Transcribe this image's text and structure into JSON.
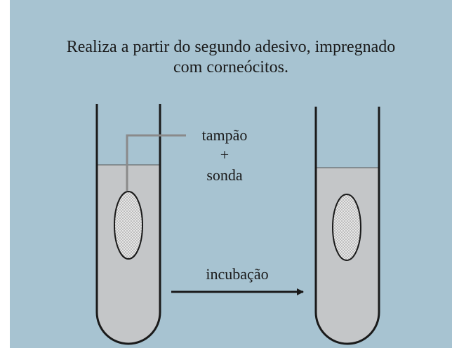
{
  "caption": {
    "line1": "Realiza a partir do segundo adesivo, impregnado",
    "line2": "com corneócitos."
  },
  "labels": {
    "cap": "tampão",
    "plus": "+",
    "probe": "sonda",
    "arrow": "incubação"
  },
  "colors": {
    "background": "#a7c3d1",
    "liquid": "#c4c6c8",
    "outline": "#1a1a1a",
    "probe_wire": "#8a8a8a",
    "speckle": "#9a9a9a"
  }
}
